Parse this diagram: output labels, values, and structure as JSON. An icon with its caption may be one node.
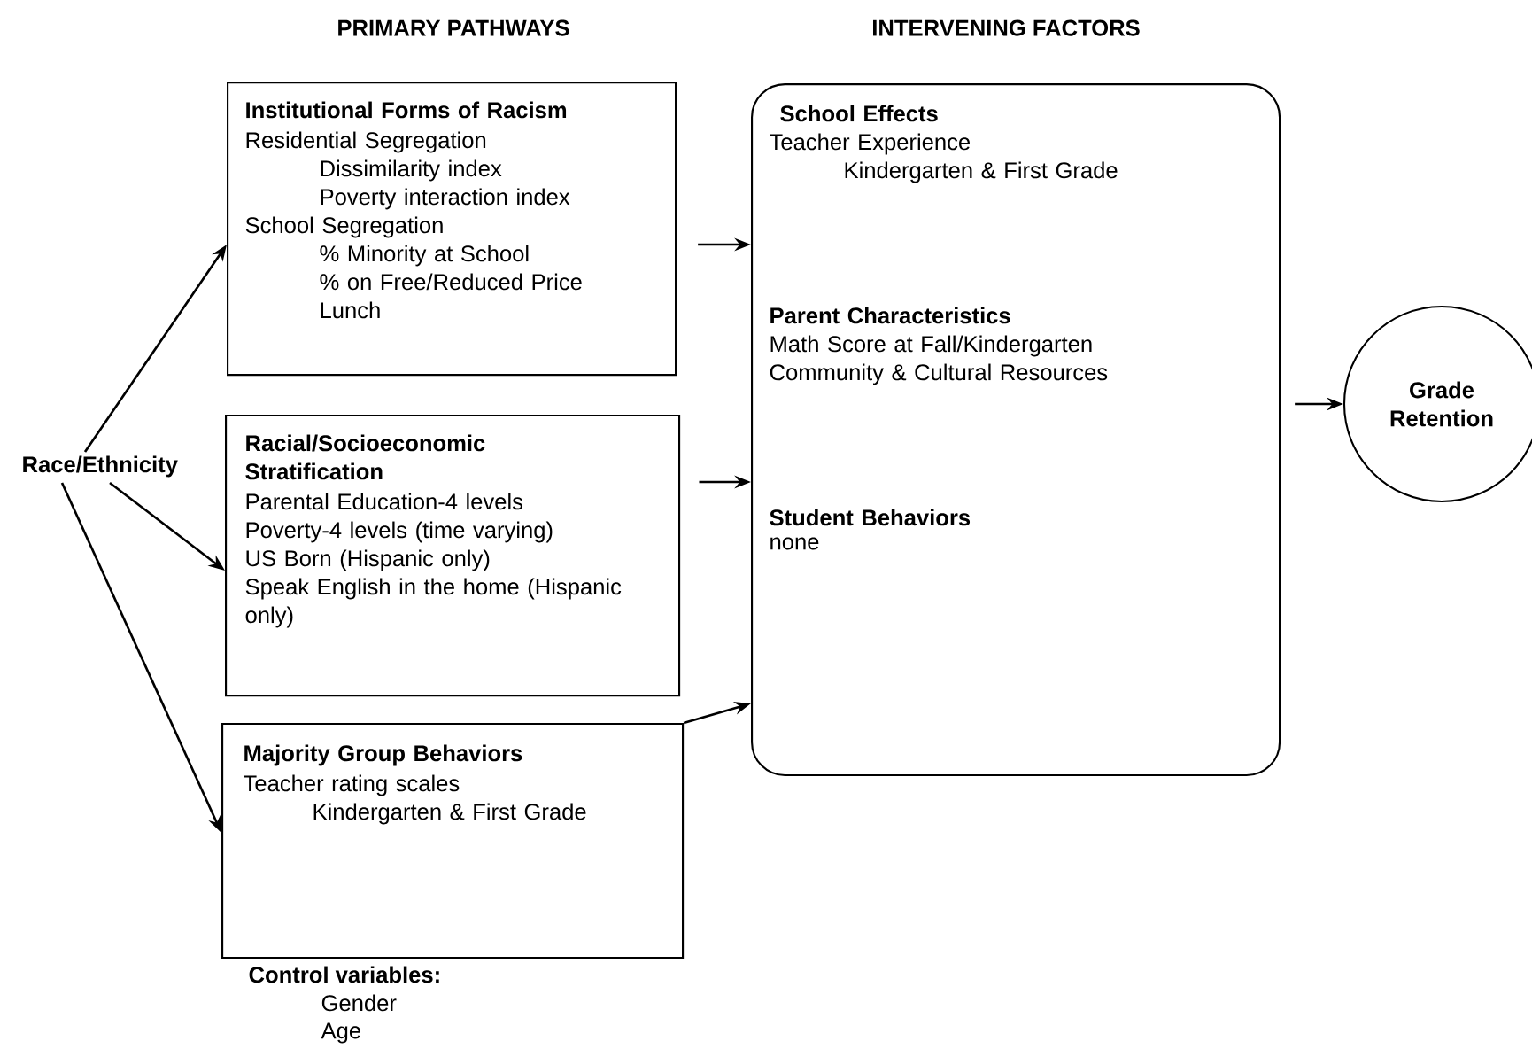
{
  "diagram": {
    "nodes": [
      {
        "text": [
          "Race/Ethnicity"
        ]
      },
      {
        "text": [
          "Institutional Forms of Racism",
          "Residential Segregation",
          "Dissimilarity index",
          "Poverty interaction index",
          "School Segregation",
          "% Minority at School",
          "% on Free/Reduced Price Lunch"
        ]
      },
      {
        "text": [
          "Racial/Socioeconomic Stratification",
          "Parental Education-4 levels",
          "Poverty-4 levels (time varying)",
          "US Born (Hispanic only)",
          "Speak English in the home (Hispanic only)"
        ]
      },
      {
        "text": [
          "Majority Group Behaviors",
          "Teacher rating scales",
          "Kindergarten & First Grade"
        ]
      },
      {
        "text": [
          "School Effects",
          "Teacher Experience",
          "Kindergarten & First Grade",
          "Parent Characteristics",
          "Math Score at Fall/Kindergarten",
          "Community & Cultural Resources",
          "Student Behaviors",
          "none"
        ]
      },
      {
        "text": [
          "Grade Retention"
        ]
      }
    ],
    "edges": [
      {
        "from": 0,
        "to": 1,
        "arrow": "to"
      },
      {
        "from": 0,
        "to": 2,
        "arrow": "to"
      },
      {
        "from": 0,
        "to": 3,
        "arrow": "to"
      },
      {
        "from": 1,
        "to": 4,
        "arrow": "to"
      },
      {
        "from": 2,
        "to": 4,
        "arrow": "to"
      },
      {
        "from": 3,
        "to": 4,
        "arrow": "to"
      },
      {
        "from": 4,
        "to": 5,
        "arrow": "to"
      }
    ],
    "labels": [
      "PRIMARY PATHWAYS",
      "INTERVENING FACTORS",
      "Control variables:",
      "Gender",
      "Age"
    ]
  }
}
